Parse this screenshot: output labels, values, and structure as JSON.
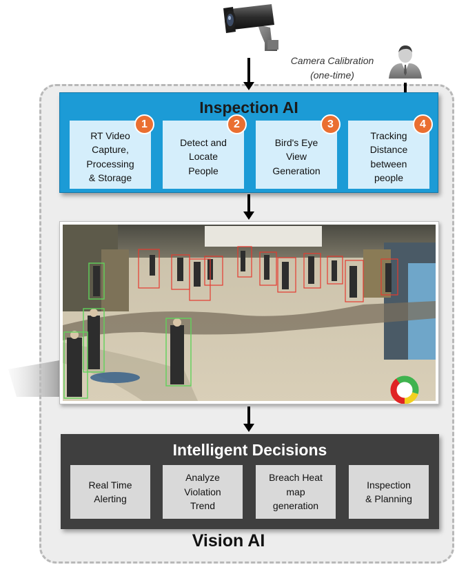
{
  "camera_calibration": {
    "line1": "Camera Calibration",
    "line2": "(one-time)"
  },
  "inspection": {
    "title": "Inspection AI",
    "steps": [
      {
        "number": "1",
        "lines": [
          "RT Video",
          "Capture,",
          "Processing",
          "& Storage"
        ]
      },
      {
        "number": "2",
        "lines": [
          "Detect and",
          "Locate",
          "People"
        ]
      },
      {
        "number": "3",
        "lines": [
          "Bird's Eye",
          "View",
          "Generation"
        ]
      },
      {
        "number": "4",
        "lines": [
          "Tracking",
          "Distance",
          "between",
          "people"
        ]
      }
    ]
  },
  "decisions": {
    "title": "Intelligent Decisions",
    "items": [
      {
        "lines": [
          "Real Time",
          "Alerting"
        ]
      },
      {
        "lines": [
          "Analyze",
          "Violation",
          "Trend"
        ]
      },
      {
        "lines": [
          "Breach Heat",
          "map",
          "generation"
        ]
      },
      {
        "lines": [
          "Inspection",
          "& Planning"
        ]
      }
    ]
  },
  "footer": {
    "title": "Vision AI"
  },
  "icons": {
    "camera": "cctv-camera-icon",
    "person": "person-icon",
    "status": "status-ring-icon"
  },
  "colors": {
    "inspection_bg": "#1c9bd6",
    "card_bg": "#d5eefb",
    "badge": "#ea6f31",
    "decisions_bg": "#3f3f3f",
    "decision_card_bg": "#d9d9d9",
    "container_bg": "#ededed"
  }
}
